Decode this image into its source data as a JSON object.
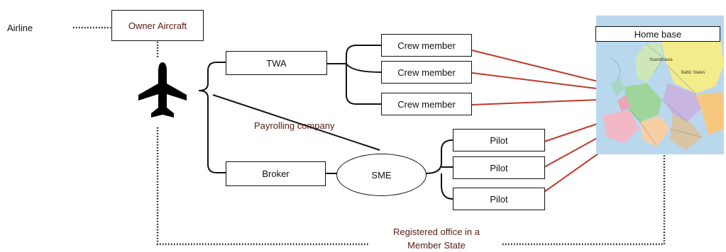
{
  "airline_label": "Airline",
  "owner_aircraft": "Owner Aircraft",
  "twa": "TWA",
  "crew": [
    "Crew member",
    "Crew member",
    "Crew member"
  ],
  "payrolling_company": "Payrolling company",
  "broker": "Broker",
  "sme": "SME",
  "pilots": [
    "Pilot",
    "Pilot",
    "Pilot"
  ],
  "home_base": "Home base",
  "registered_office": [
    "Registered office in a",
    "Member State"
  ],
  "map_labels": [
    "Scandinavia",
    "Baltic States"
  ],
  "colors": {
    "line": "#111111",
    "connector_red": "#c0392b",
    "text_maroon": "#5a1c14",
    "map_sea": "#b9d8ee",
    "map_land_yellow": "#f3ec8a",
    "map_land_green": "#9fd59b",
    "map_land_purple": "#c8b5e0",
    "map_land_pink": "#f2b8c6"
  },
  "icons": [
    "airplane-icon",
    "europe-map"
  ]
}
